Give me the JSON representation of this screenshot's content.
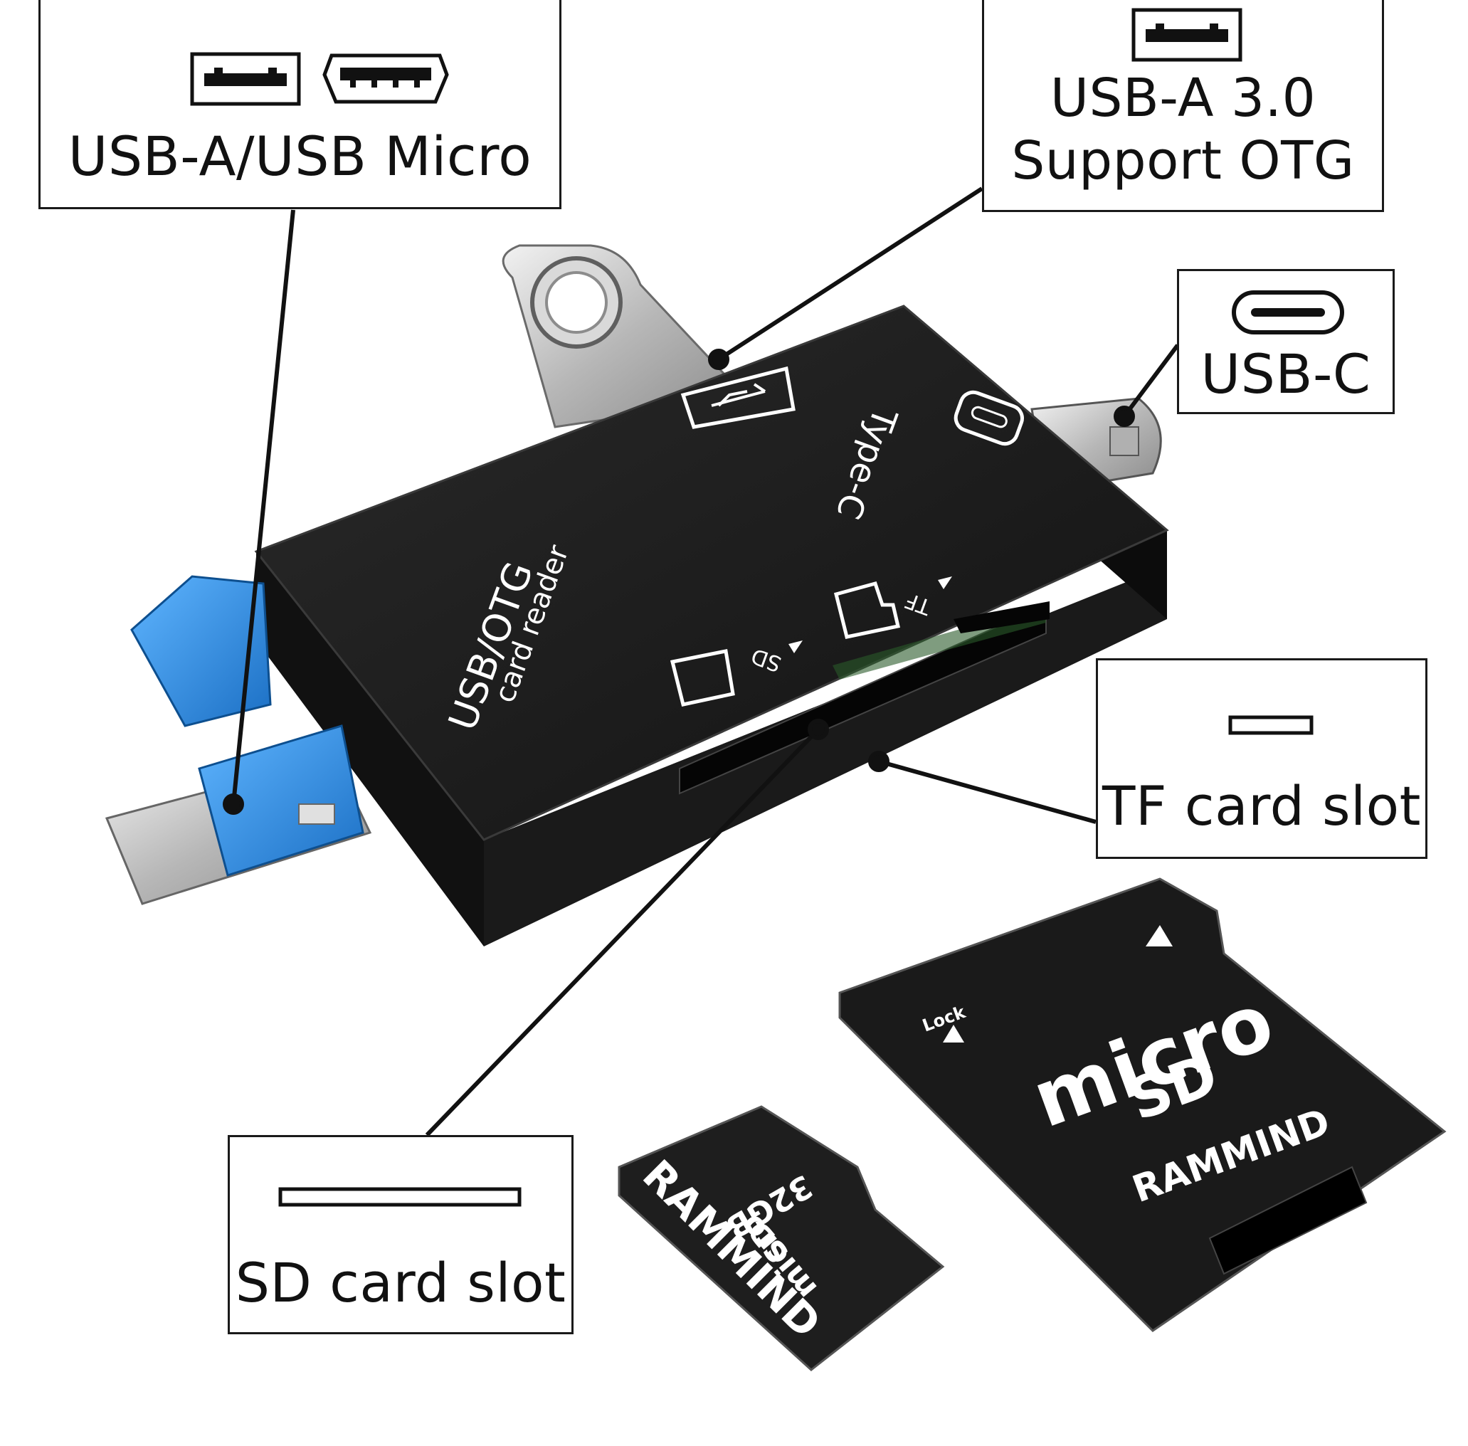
{
  "callouts": {
    "usb_a_micro": {
      "label": "USB-A/USB Micro",
      "icons": [
        "usb-a-port-icon",
        "micro-usb-port-icon"
      ]
    },
    "usb_a_30": {
      "line1": "USB-A 3.0",
      "line2": "Support OTG",
      "icons": [
        "usb-a-port-icon"
      ]
    },
    "usb_c": {
      "label": "USB-C",
      "icons": [
        "usb-c-port-icon"
      ]
    },
    "tf_slot": {
      "label": "TF card slot",
      "icons": [
        "tf-slot-icon"
      ]
    },
    "sd_slot": {
      "label": "SD card slot",
      "icons": [
        "sd-slot-icon"
      ]
    }
  },
  "device": {
    "top_labels": {
      "usb_otg": "USB/OTG",
      "card_reader": "card reader",
      "type_c": "Type-C",
      "sd": "SD",
      "tf": "TF"
    },
    "icons": [
      "usb-symbol-icon",
      "type-c-icon",
      "sd-card-icon",
      "tf-card-icon"
    ]
  },
  "cards": {
    "sd_adapter": {
      "brand_line1": "micro",
      "brand_line2": "SD",
      "brand": "RAMMIND",
      "lock": "Lock"
    },
    "micro_sd": {
      "capacity": "32GB",
      "logo_line1": "micro",
      "logo_line2": "SD",
      "brand": "RAMMIND"
    }
  },
  "colors": {
    "device_body": "#1c1c1c",
    "connector_blue": "#2f8fe0",
    "metal": "#c9c9c9",
    "outline": "#1a1a1a"
  }
}
